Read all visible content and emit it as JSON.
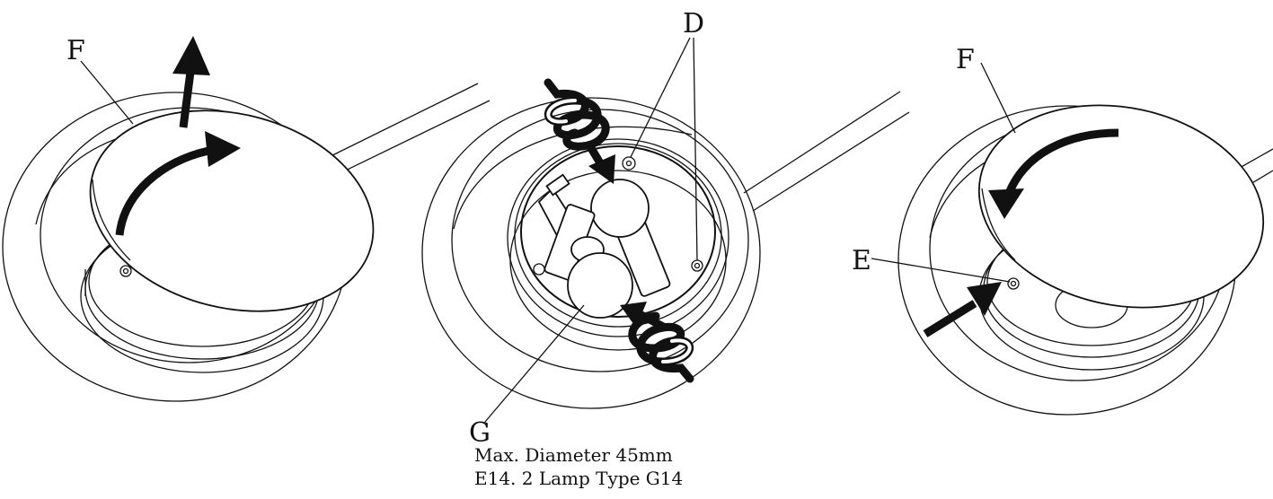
{
  "labels": {
    "f_left": "F",
    "d_top": "D",
    "f_right": "F",
    "e_right": "E",
    "g_bottom": "G"
  },
  "notes": {
    "line1": "Max. Diameter 45mm",
    "line2": "E14. 2 Lamp Type G14"
  },
  "colors": {
    "ink": "#111111",
    "paper": "#ffffff"
  }
}
